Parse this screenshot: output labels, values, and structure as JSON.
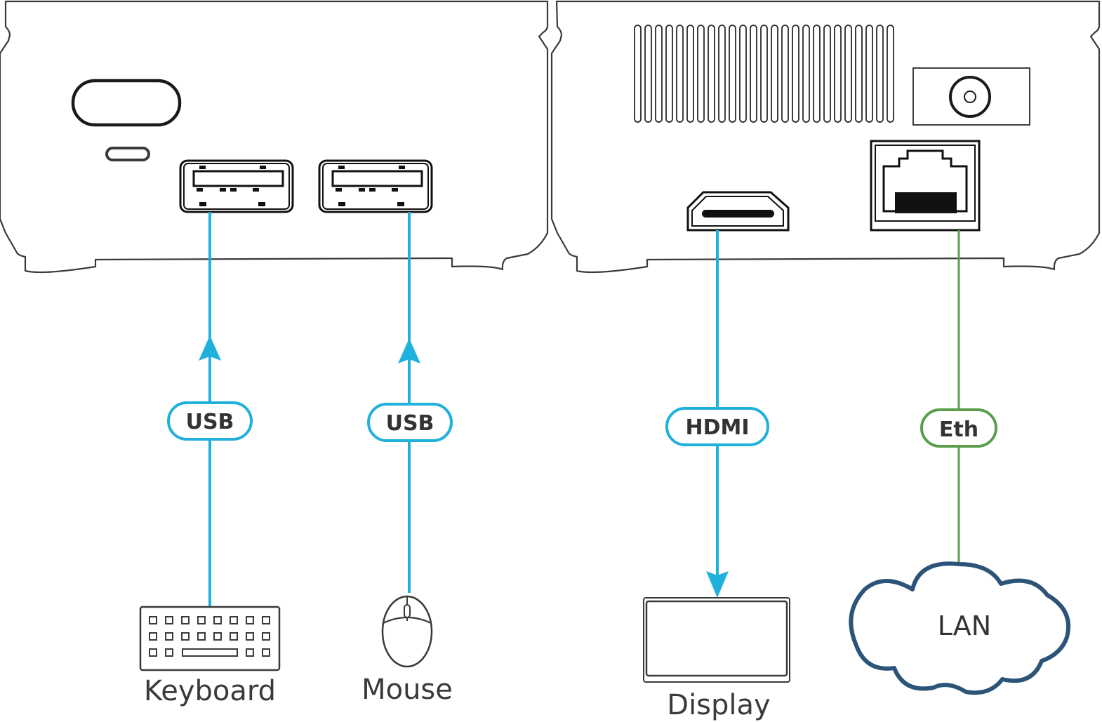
{
  "title": "Device connection diagram",
  "colors": {
    "usb": "#1fb0dc",
    "hdmi": "#1fb0dc",
    "ethernet": "#5a9e4e",
    "cloud": "#2c5478",
    "device_outline": "#3a3a3a"
  },
  "front_panel": {
    "components": [
      "power-button",
      "status-led",
      "usb-port-1",
      "usb-port-2"
    ]
  },
  "rear_panel": {
    "components": [
      "vent-grille",
      "dc-power-jack",
      "hdmi-port",
      "ethernet-port"
    ]
  },
  "connections": [
    {
      "id": "keyboard",
      "cable_label": "USB",
      "device_label": "Keyboard",
      "direction": "to-unit",
      "icon": "keyboard-icon"
    },
    {
      "id": "mouse",
      "cable_label": "USB",
      "device_label": "Mouse",
      "direction": "to-unit",
      "icon": "mouse-icon"
    },
    {
      "id": "display",
      "cable_label": "HDMI",
      "device_label": "Display",
      "direction": "from-unit",
      "icon": "display-icon"
    },
    {
      "id": "lan",
      "cable_label": "Eth",
      "device_label": "LAN",
      "direction": "bidirectional",
      "icon": "cloud-icon"
    }
  ]
}
